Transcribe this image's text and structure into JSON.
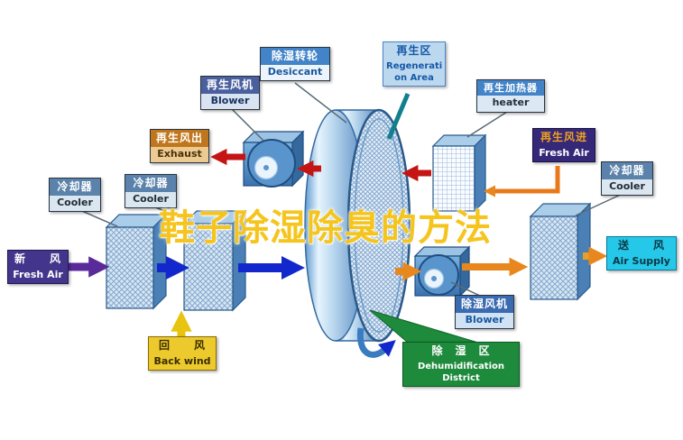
{
  "watermark": "鞋子除湿除臭的方法",
  "labels": {
    "regen_blower": {
      "zh": "再生风机",
      "en": "Blower"
    },
    "desiccant": {
      "zh": "除湿转轮",
      "en": "Desiccant"
    },
    "regen_area": {
      "zh": "再生区",
      "en": "Regenerati on Area"
    },
    "regen_heater": {
      "zh": "再生加热器",
      "en": "heater"
    },
    "exhaust": {
      "zh": "再生风出",
      "en": "Exhaust"
    },
    "regen_fresh_air": {
      "zh": "再生风进",
      "en": "Fresh Air"
    },
    "cooler_a": {
      "zh": "冷却器",
      "en": "Cooler"
    },
    "cooler_b": {
      "zh": "冷却器",
      "en": "Cooler"
    },
    "cooler_right": {
      "zh": "冷却器",
      "en": "Cooler"
    },
    "fresh_air": {
      "zh": "新　　风",
      "en": "Fresh Air"
    },
    "back_wind": {
      "zh": "回　　风",
      "en": "Back wind"
    },
    "air_supply": {
      "zh": "送　　风",
      "en": "Air Supply"
    },
    "dehumid_blower": {
      "zh": "除湿风机",
      "en": "Blower"
    },
    "dehumid_district": {
      "zh": "除　湿　区",
      "en": "Dehumidification District"
    }
  },
  "colors": {
    "accent_blue": "#4384c8",
    "arrow_blue": "#1228cc",
    "arrow_red": "#c41414",
    "arrow_orange": "#e8871e",
    "arrow_purple": "#5a2a9a",
    "arrow_yellow": "#e8c40e",
    "district_green": "#1e8a3c",
    "watermark_yellow": "#f5c51e"
  }
}
